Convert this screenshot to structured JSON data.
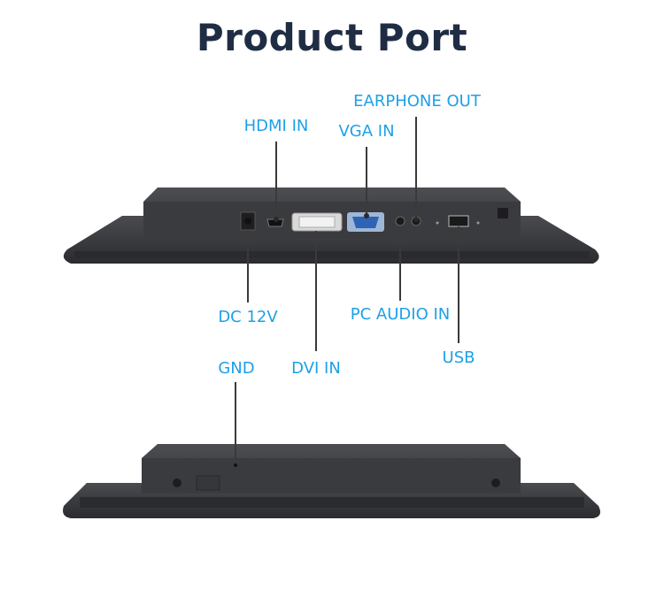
{
  "title": "Product Port",
  "ports": {
    "hdmi": "HDMI IN",
    "vga": "VGA IN",
    "earphone": "EARPHONE OUT",
    "dc": "DC 12V",
    "pc_audio": "PC AUDIO IN",
    "usb": "USB",
    "gnd": "GND",
    "dvi": "DVI IN"
  },
  "colors": {
    "title": "#1f2d44",
    "label": "#1ea0e6",
    "device": "#3c3d40"
  }
}
